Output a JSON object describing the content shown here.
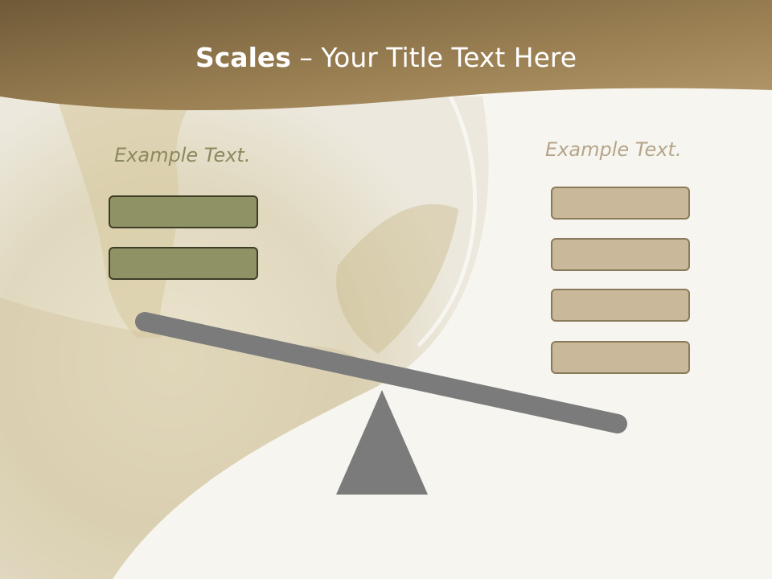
{
  "slide": {
    "title_bold": "Scales",
    "title_rest": " – Your Title Text Here",
    "left_heading": "Example Text.",
    "right_heading": "Example Text.",
    "left_boxes": [
      "",
      ""
    ],
    "right_boxes": [
      "",
      "",
      "",
      ""
    ]
  },
  "colors": {
    "header_band": "#a88c5e",
    "left_box_fill": "#8f9264",
    "right_box_fill": "#c9b899",
    "scale_gray": "#7b7b7b",
    "background": "#f7f5ef"
  }
}
